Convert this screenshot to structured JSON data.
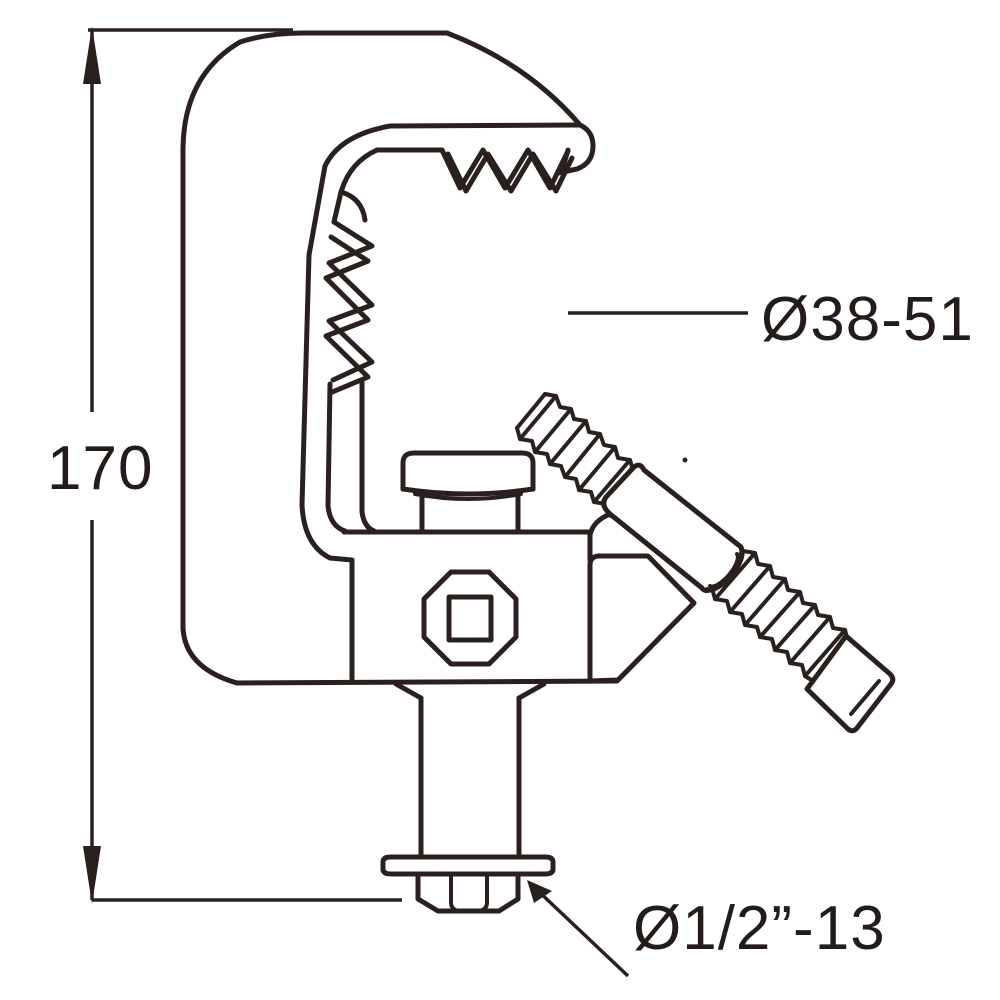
{
  "diagram": {
    "type": "technical-line-drawing",
    "subject": "C-style lighting/truss clamp with angled locking screw, side elevation",
    "colors": {
      "line": "#2a211e",
      "text": "#231c19",
      "background": "#ffffff"
    },
    "dimensions": {
      "height_label": "170",
      "clamp_range_label": "Ø38-51",
      "thread_spec_label": "Ø1/2”-13"
    }
  }
}
